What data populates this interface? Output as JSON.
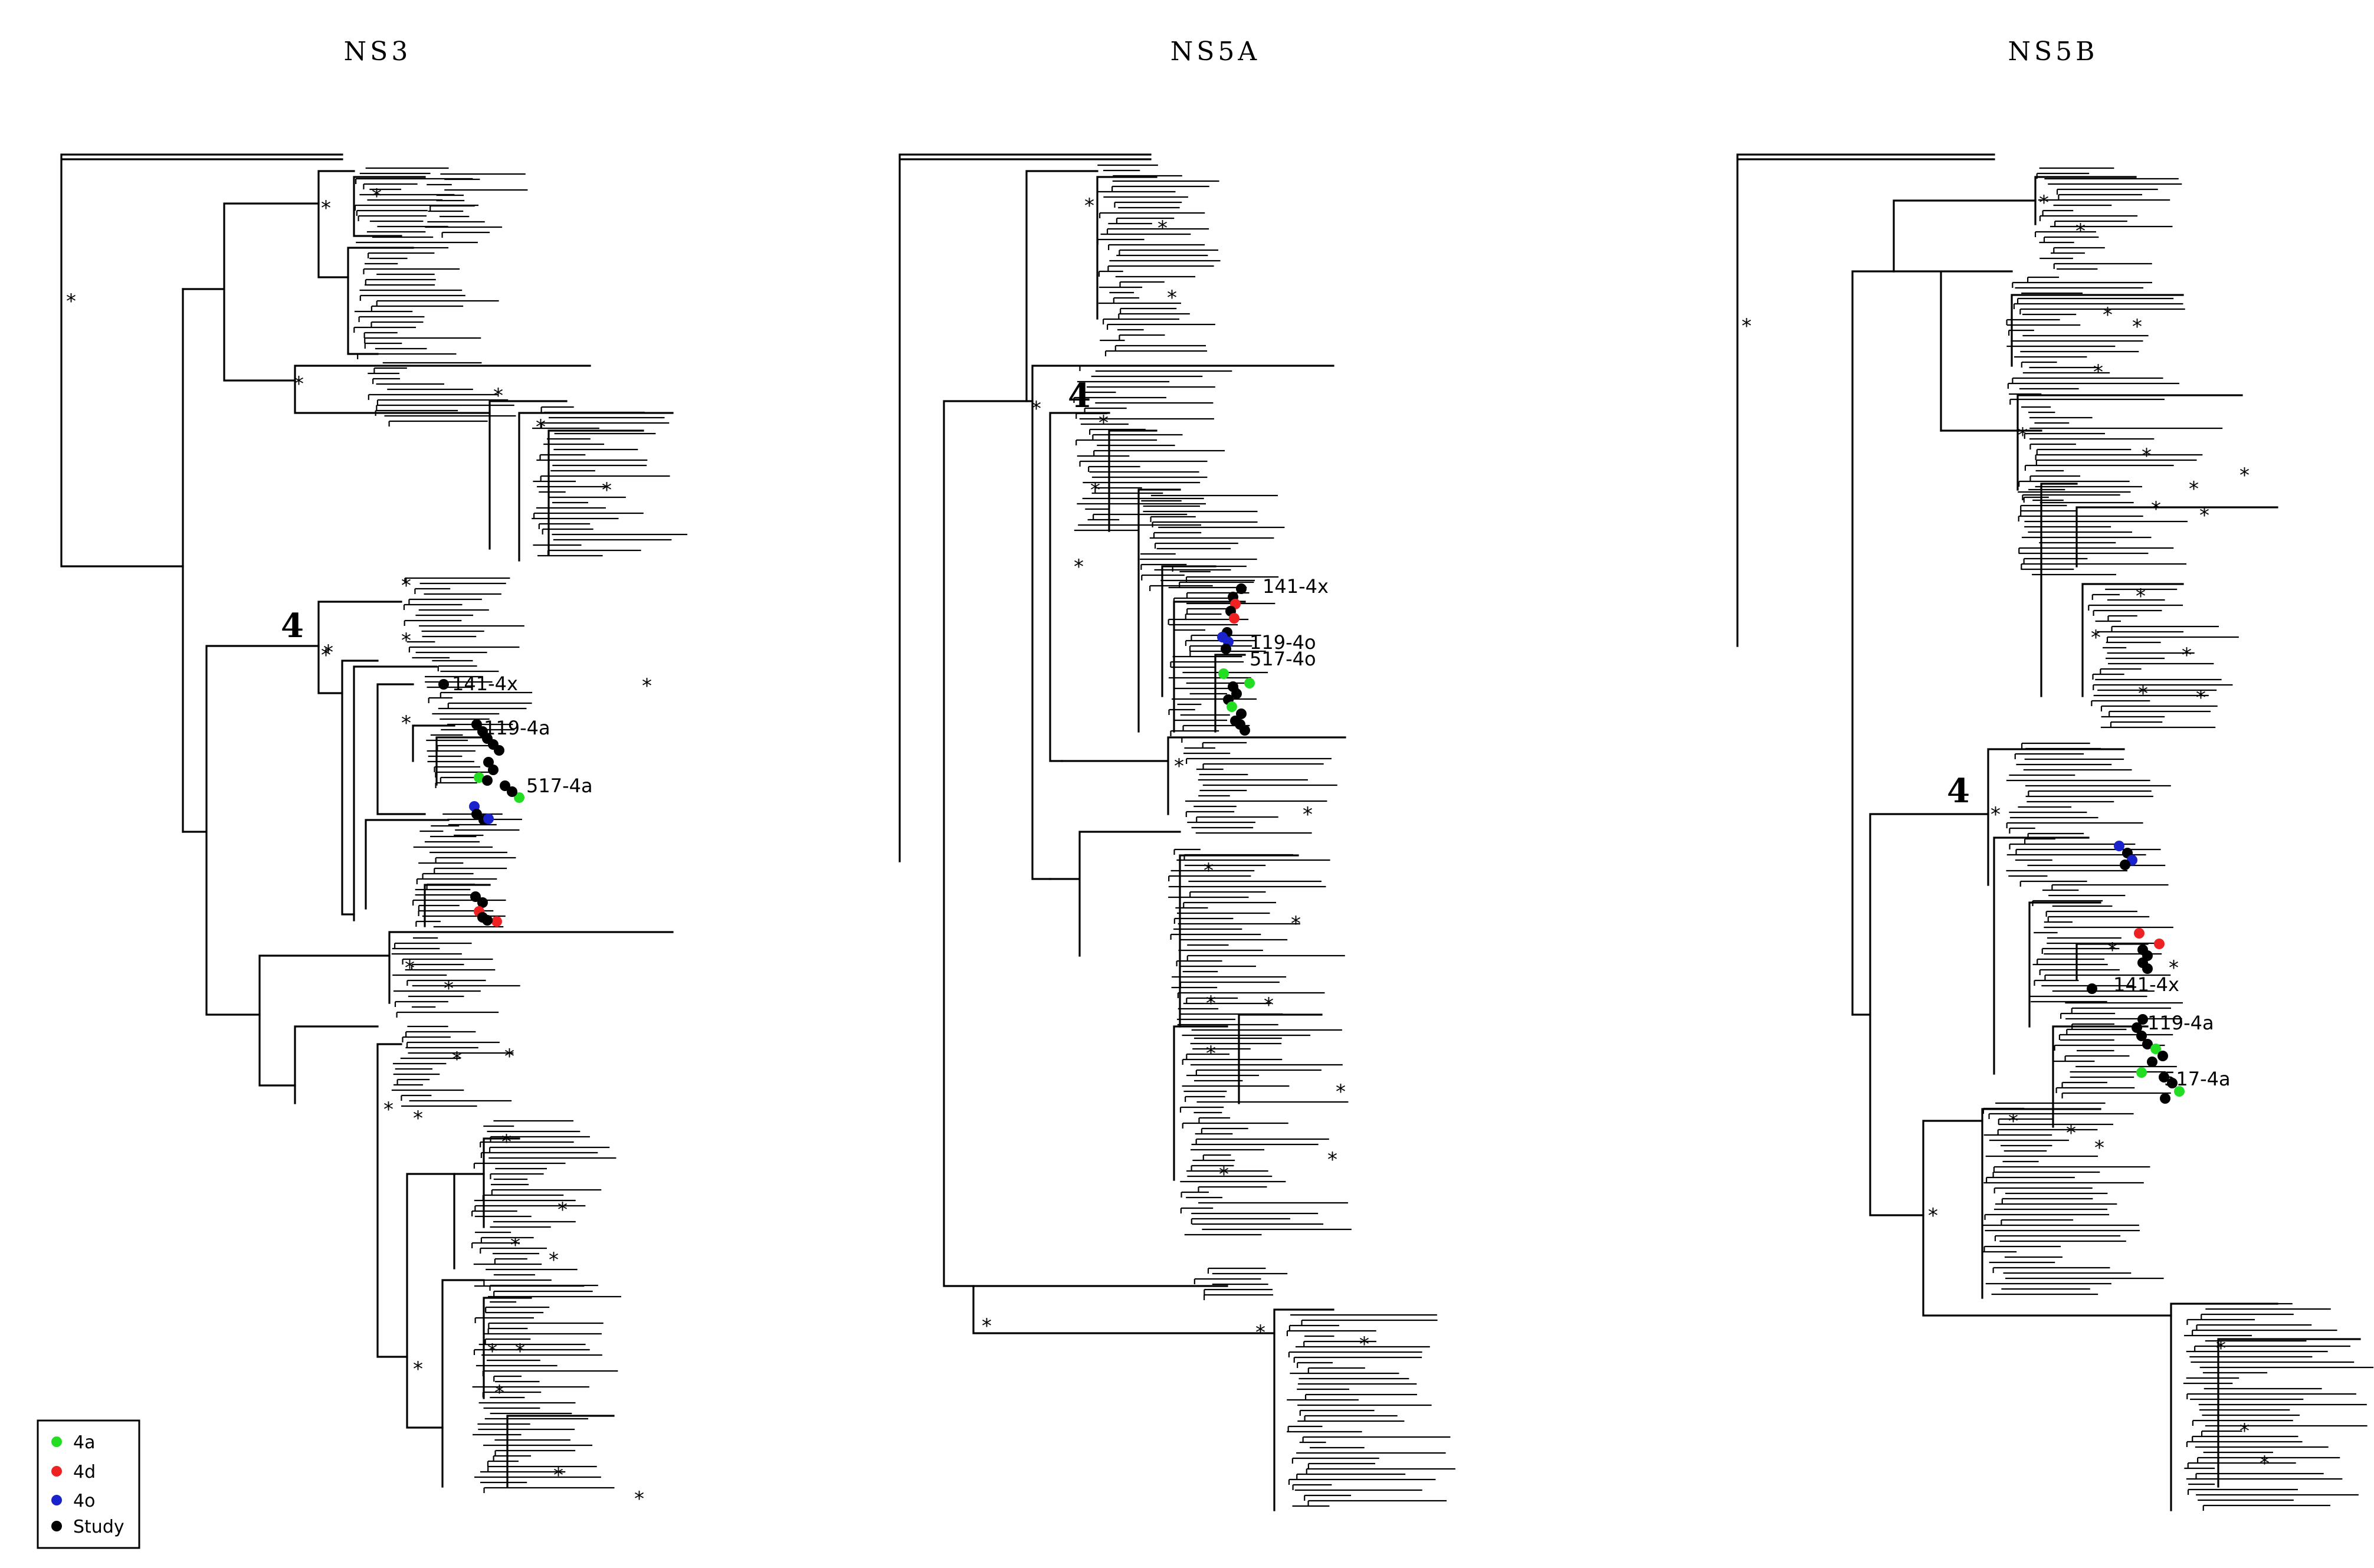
{
  "panels": [
    {
      "title": "NS3",
      "clade": "4",
      "samples": [
        {
          "label": "141-4x"
        },
        {
          "label": "119-4a"
        },
        {
          "label": "517-4a"
        }
      ]
    },
    {
      "title": "NS5A",
      "clade": "4",
      "samples": [
        {
          "label": "141-4x"
        },
        {
          "label": "119-4o"
        },
        {
          "label": "517-4o"
        }
      ]
    },
    {
      "title": "NS5B",
      "clade": "4",
      "samples": [
        {
          "label": "141-4x"
        },
        {
          "label": "119-4a"
        },
        {
          "label": "517-4a"
        }
      ]
    }
  ],
  "support_symbol": "*",
  "legend": [
    {
      "label": "4a",
      "color": "#22dd22"
    },
    {
      "label": "4d",
      "color": "#ee2222"
    },
    {
      "label": "4o",
      "color": "#1a22cc"
    },
    {
      "label": "Study",
      "color": "#000000"
    }
  ]
}
